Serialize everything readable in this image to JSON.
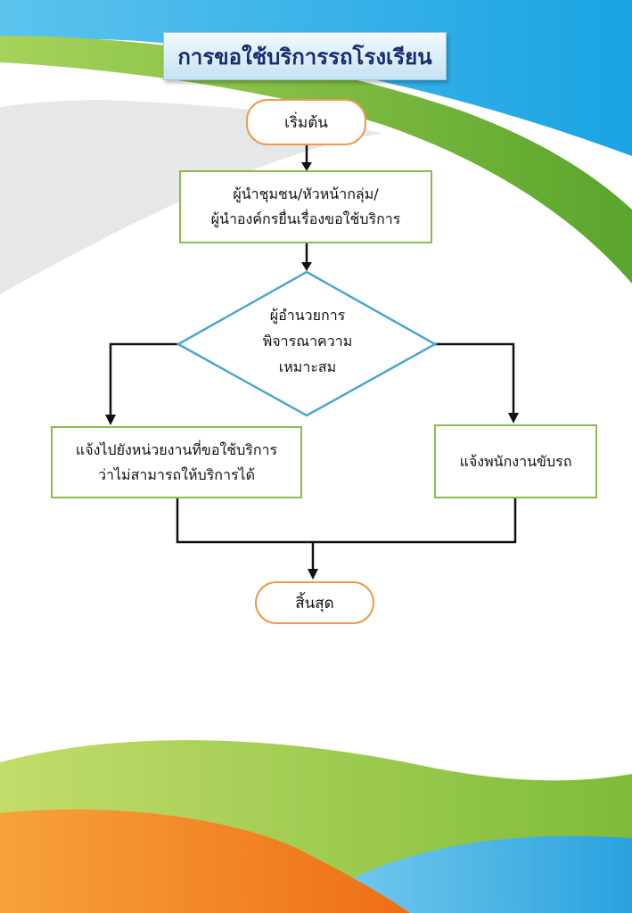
{
  "title": "การขอใช้บริการรถโรงเรียน",
  "colors": {
    "sky_blue": "#29aee8",
    "green": "#7cc242",
    "orange": "#f07d1c",
    "terminal_border": "#ee9a4d",
    "process_border": "#8cba50",
    "decision_border": "#4aa7c9"
  },
  "nodes": {
    "start": {
      "label": "เริ่มต้น"
    },
    "request": {
      "lines": [
        "ผู้นำชุมชน/หัวหน้ากลุ่ม/",
        "ผู้นำองค์กรยื่นเรื่องขอใช้บริการ"
      ]
    },
    "decision": {
      "lines": [
        "ผู้อำนวยการ",
        "พิจารณาความ",
        "เหมาะสม"
      ]
    },
    "reject": {
      "lines": [
        "แจ้งไปยังหน่วยงานที่ขอใช้บริการ",
        "ว่าไม่สามารถให้บริการได้"
      ]
    },
    "approve": {
      "label": "แจ้งพนักงานขับรถ"
    },
    "end": {
      "label": "สิ้นสุด"
    }
  }
}
